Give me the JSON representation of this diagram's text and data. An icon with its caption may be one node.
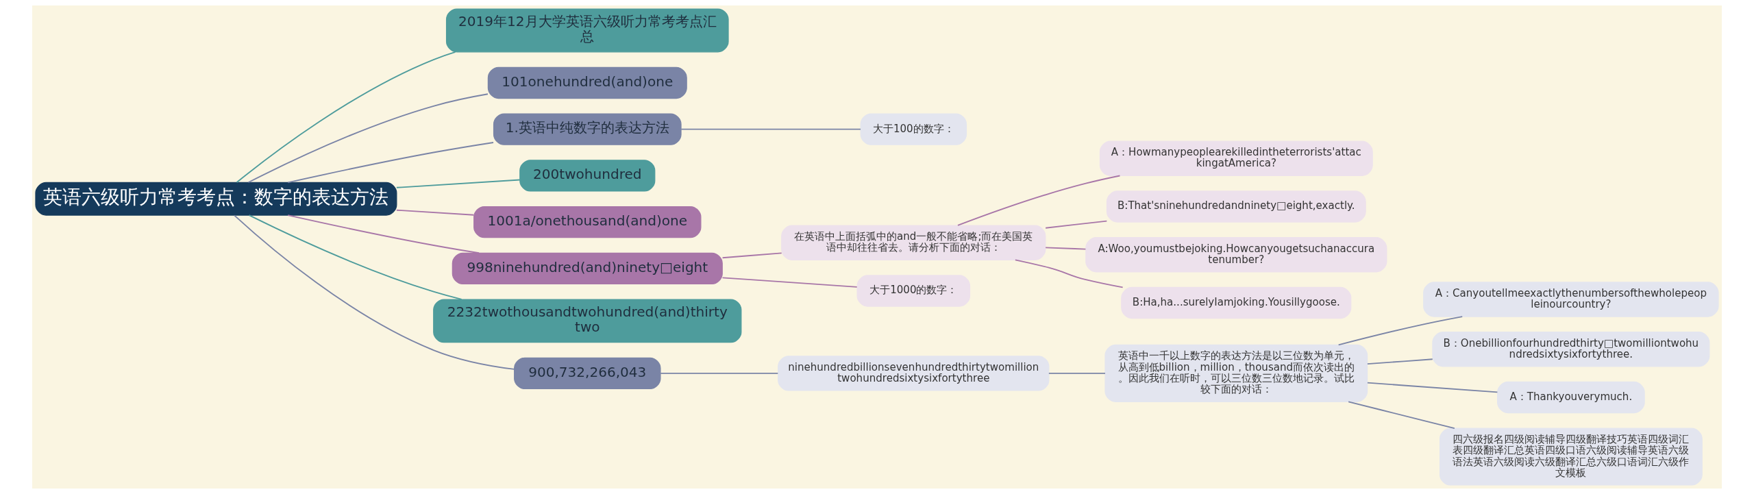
{
  "diagram": {
    "nodes": [
      {
        "text": [
          "英语六级听力常考考点：数字的表达方法"
        ]
      },
      {
        "text": [
          "2019年12月大学英语六级听力常考考点汇总"
        ]
      },
      {
        "text": [
          "101onehundred(and)one"
        ]
      },
      {
        "text": [
          "1.英语中纯数字的表达方法"
        ]
      },
      {
        "text": [
          "大于100的数字："
        ]
      },
      {
        "text": [
          "200twohundred"
        ]
      },
      {
        "text": [
          "1001a/onethousand(and)one"
        ]
      },
      {
        "text": [
          "998ninehundred(and)ninety□eight"
        ]
      },
      {
        "text": [
          "在英语中上面括弧中的and一般不能省略;而在美国英语中却往往省去。请分析下面的对话："
        ]
      },
      {
        "text": [
          "A：Howmanypeoplearekilledintheterrorists'attackingatAmerica?"
        ]
      },
      {
        "text": [
          "B:That'sninehundredandninety□eight,exactly."
        ]
      },
      {
        "text": [
          "A:Woo,youmustbejoking.Howcanyougetsuchanaccuratenumber?"
        ]
      },
      {
        "text": [
          "B:Ha,ha...surelyIamjoking.Yousillygoose."
        ]
      },
      {
        "text": [
          "大于1000的数字："
        ]
      },
      {
        "text": [
          "2232twothousandtwohundred(and)thirtytwo"
        ]
      },
      {
        "text": [
          "900,732,266,043"
        ]
      },
      {
        "text": [
          "ninehundredbillionsevenhundredthirtytwomilliontwohundredsixtysixfortythree"
        ]
      },
      {
        "text": [
          "英语中一千以上数字的表达方法是以三位数为单元，从高到低billion，million，thousand而依次读出的。因此我们在听时，可以三位数三位数地记录。试比较下面的对话："
        ]
      },
      {
        "text": [
          "A：Canyoutellmeexactlythenumbersofthewholepeopleinourcountry?"
        ]
      },
      {
        "text": [
          "B：Onebillionfourhundredthirty□twomilliontwohundredsixtysixfortythree."
        ]
      },
      {
        "text": [
          "A：Thankyouverymuch."
        ]
      },
      {
        "text": [
          "四六级报名四级阅读辅导四级翻译技巧英语四级词汇表四级翻译汇总英语四级口语六级阅读辅导英语六级语法英语六级阅读六级翻译汇总六级口语词汇六级作文模板"
        ]
      }
    ],
    "edges": [
      {
        "from": 0,
        "to": 1,
        "arrow": "none"
      },
      {
        "from": 0,
        "to": 2,
        "arrow": "none"
      },
      {
        "from": 0,
        "to": 3,
        "arrow": "none"
      },
      {
        "from": 3,
        "to": 4,
        "arrow": "none"
      },
      {
        "from": 0,
        "to": 5,
        "arrow": "none"
      },
      {
        "from": 0,
        "to": 6,
        "arrow": "none"
      },
      {
        "from": 0,
        "to": 7,
        "arrow": "none"
      },
      {
        "from": 7,
        "to": 8,
        "arrow": "none"
      },
      {
        "from": 8,
        "to": 9,
        "arrow": "none"
      },
      {
        "from": 8,
        "to": 10,
        "arrow": "none"
      },
      {
        "from": 8,
        "to": 11,
        "arrow": "none"
      },
      {
        "from": 8,
        "to": 12,
        "arrow": "none"
      },
      {
        "from": 7,
        "to": 13,
        "arrow": "none"
      },
      {
        "from": 0,
        "to": 14,
        "arrow": "none"
      },
      {
        "from": 0,
        "to": 15,
        "arrow": "none"
      },
      {
        "from": 15,
        "to": 16,
        "arrow": "none"
      },
      {
        "from": 16,
        "to": 17,
        "arrow": "none"
      },
      {
        "from": 17,
        "to": 18,
        "arrow": "none"
      },
      {
        "from": 17,
        "to": 19,
        "arrow": "none"
      },
      {
        "from": 17,
        "to": 20,
        "arrow": "none"
      },
      {
        "from": 17,
        "to": 21,
        "arrow": "none"
      }
    ]
  }
}
